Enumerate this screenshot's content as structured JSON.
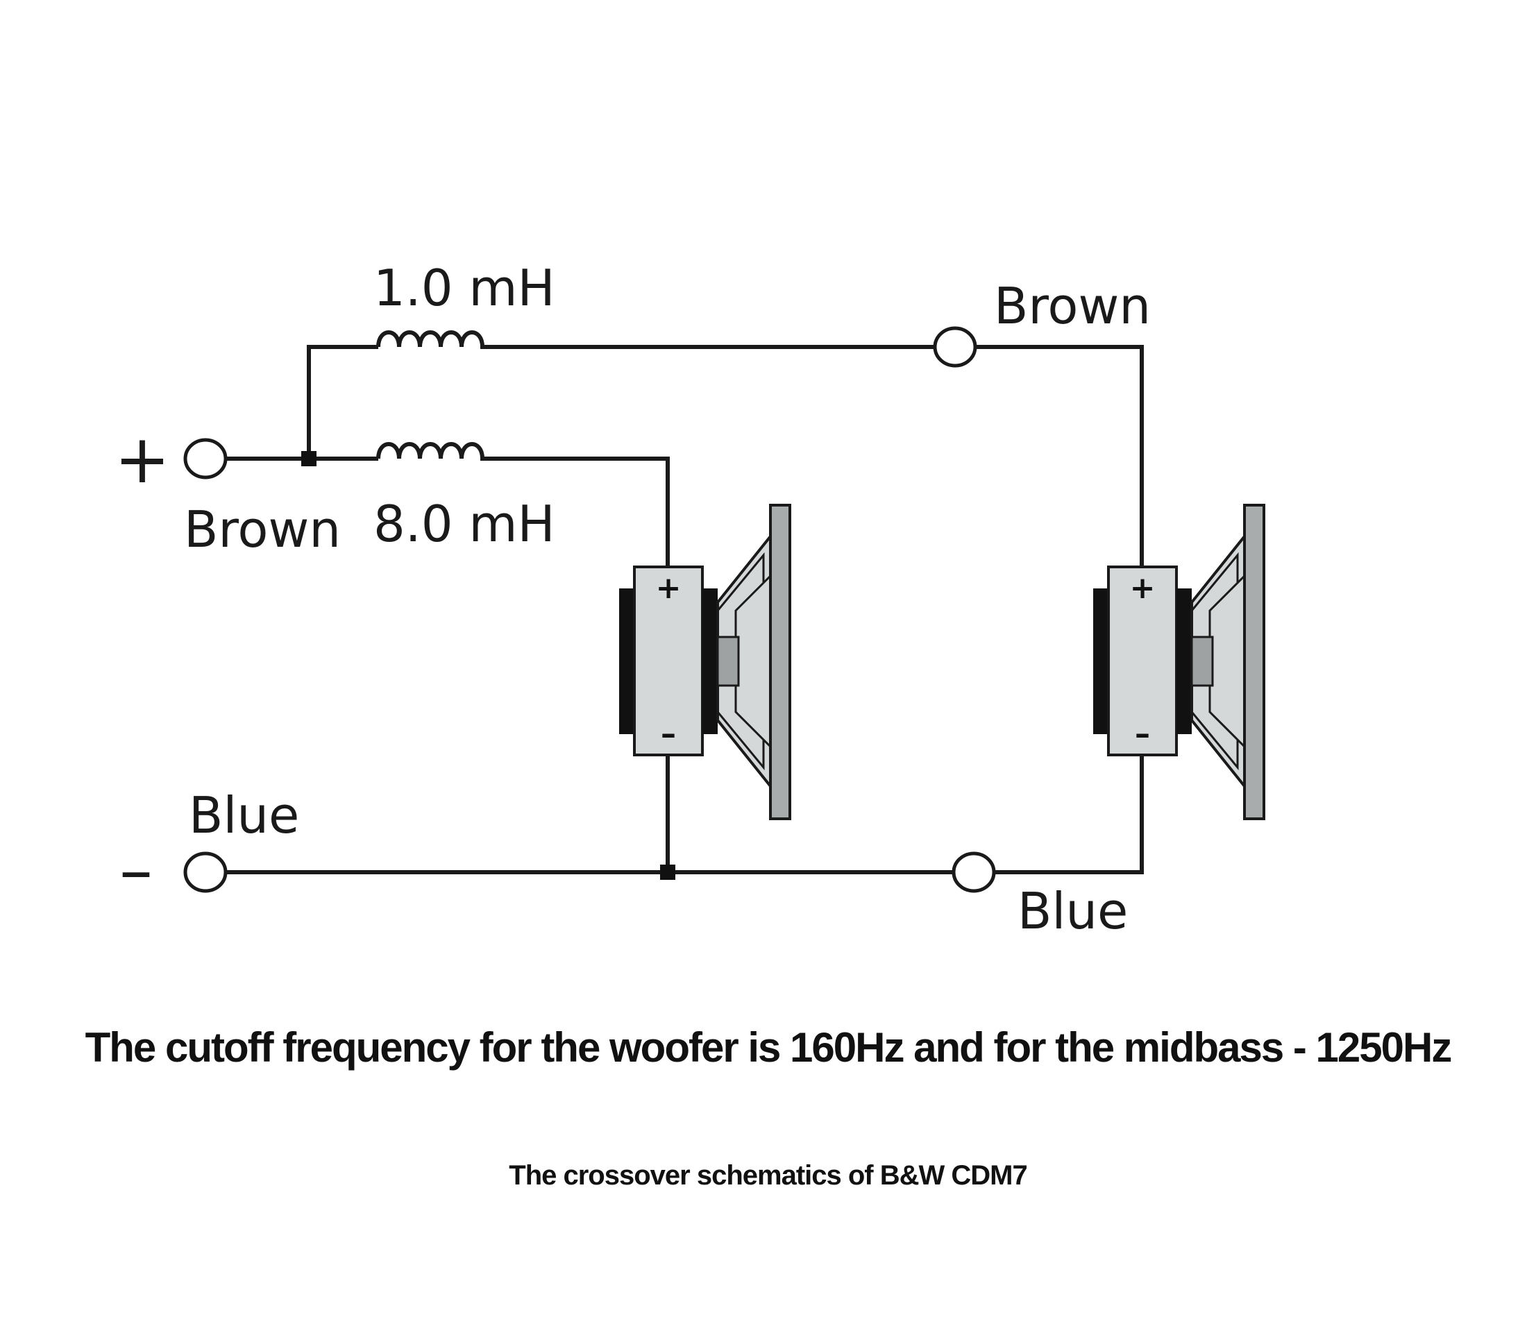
{
  "schematic": {
    "labels": {
      "inductor_top": "1.0 mH",
      "inductor_bottom": "8.0 mH",
      "input_positive_symbol": "+",
      "input_negative_symbol": "–",
      "input_positive_wire": "Brown",
      "input_negative_wire": "Blue",
      "midbass_positive_wire": "Brown",
      "midbass_negative_wire": "Blue"
    },
    "woofer_driver": {
      "plus": "+",
      "minus": "–"
    },
    "midbass_driver": {
      "plus": "+",
      "minus": "–"
    }
  },
  "caption": {
    "main": "The cutoff frequency for the woofer is 160Hz and for the midbass - 1250Hz",
    "sub": "The crossover schematics of B&W CDM7"
  }
}
